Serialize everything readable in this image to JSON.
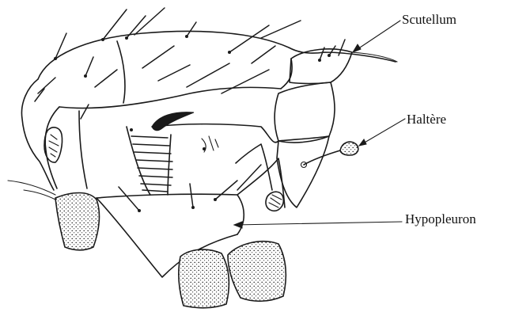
{
  "labels": {
    "scutellum": "Scutellum",
    "haltere": "Haltère",
    "hypopleuron": "Hypopleuron"
  },
  "colors": {
    "ink": "#1a1a1a",
    "background": "#ffffff"
  }
}
